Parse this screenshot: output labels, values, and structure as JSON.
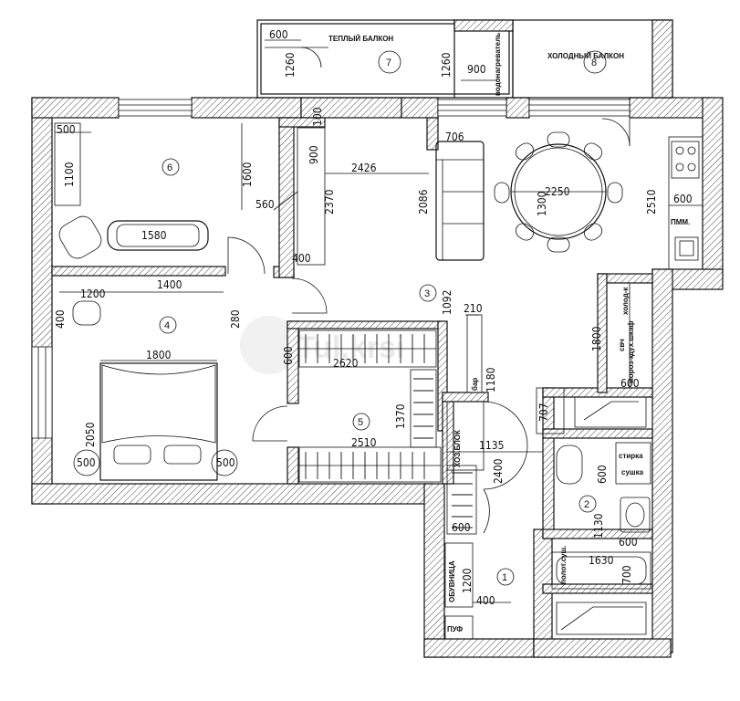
{
  "watermark": "Tul.krsi",
  "rooms": [
    {
      "id": "r1",
      "num": "1"
    },
    {
      "id": "r2",
      "num": "2"
    },
    {
      "id": "r3",
      "num": "3"
    },
    {
      "id": "r4",
      "num": "4"
    },
    {
      "id": "r5",
      "num": "5"
    },
    {
      "id": "r6",
      "num": "6"
    },
    {
      "id": "r7",
      "num": "7"
    },
    {
      "id": "r8",
      "num": "8"
    }
  ],
  "labels": {
    "warm_balcony": "ТЕПЛЫЙ БАЛКОН",
    "cold_balcony": "ХОЛОДНЫЙ БАЛКОН",
    "boiler_rot": "водонагреватель",
    "pmm": "ПММ.",
    "hoz_block": "ХОЗ.БЛОК",
    "shoes": "ОБУВНИЦА",
    "puf": "ПУФ",
    "laundry": "стирка",
    "dryer": "сушка",
    "tower": "полот.суш.",
    "bar": "бар",
    "micro": "свч",
    "cabinet": "дух.шкаф",
    "fridge": "холод-к",
    "freezer": "мороз-к"
  },
  "dims": {
    "d600_balc": "600",
    "d1260a": "1260",
    "d1260b": "1260",
    "d900_balc": "900",
    "d500_r6": "500",
    "d1100": "1100",
    "d1600": "1600",
    "d560": "560",
    "d1580": "1580",
    "d900_corr": "900",
    "d100": "100",
    "d2426": "2426",
    "d2370": "2370",
    "d400_corr": "400",
    "d706": "706",
    "d2086": "2086",
    "d2250": "2250",
    "d1300": "1300",
    "d2510_kit": "2510",
    "d600_kit": "600",
    "d1200_r4": "1200",
    "d1400": "1400",
    "d400_r4": "400",
    "d280": "280",
    "d1800_bed": "1800",
    "d2050": "2050",
    "d500_l": "500",
    "d500_r": "500",
    "d1092": "1092",
    "d210": "210",
    "d600_wr": "600",
    "d2620": "2620",
    "d1180": "1180",
    "d1370": "1370",
    "d2510_wr": "2510",
    "d1800_kit": "1800",
    "d600_fr": "600",
    "d707": "707",
    "d1135": "1135",
    "d600_b2": "600",
    "d1130": "1130",
    "d2400": "2400",
    "d600_hb": "600",
    "d600_b2b": "600",
    "d1630": "1630",
    "d700": "700",
    "d1200_hall": "1200",
    "d400_hall": "400"
  }
}
